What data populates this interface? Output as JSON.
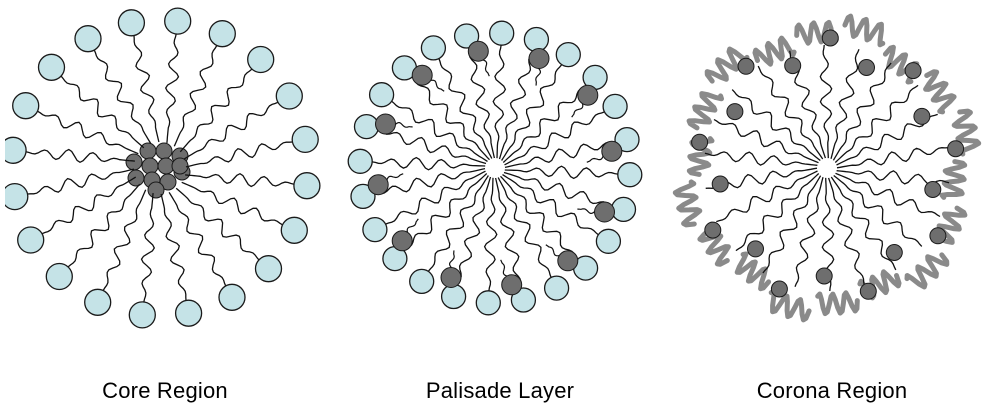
{
  "diagram": {
    "panels": [
      {
        "id": "core",
        "caption": "Core Region",
        "solubilizate": "core"
      },
      {
        "id": "palisade",
        "caption": "Palisade Layer",
        "solubilizate": "palisade"
      },
      {
        "id": "corona",
        "caption": "Corona Region",
        "solubilizate": "corona"
      }
    ],
    "colors": {
      "head_fill": "#c5e3e7",
      "head_stroke": "#1a1a1a",
      "solubilizate_fill": "#6e6e6e",
      "polymer_stroke": "#8a8a8a",
      "tail_stroke": "#111111"
    }
  }
}
